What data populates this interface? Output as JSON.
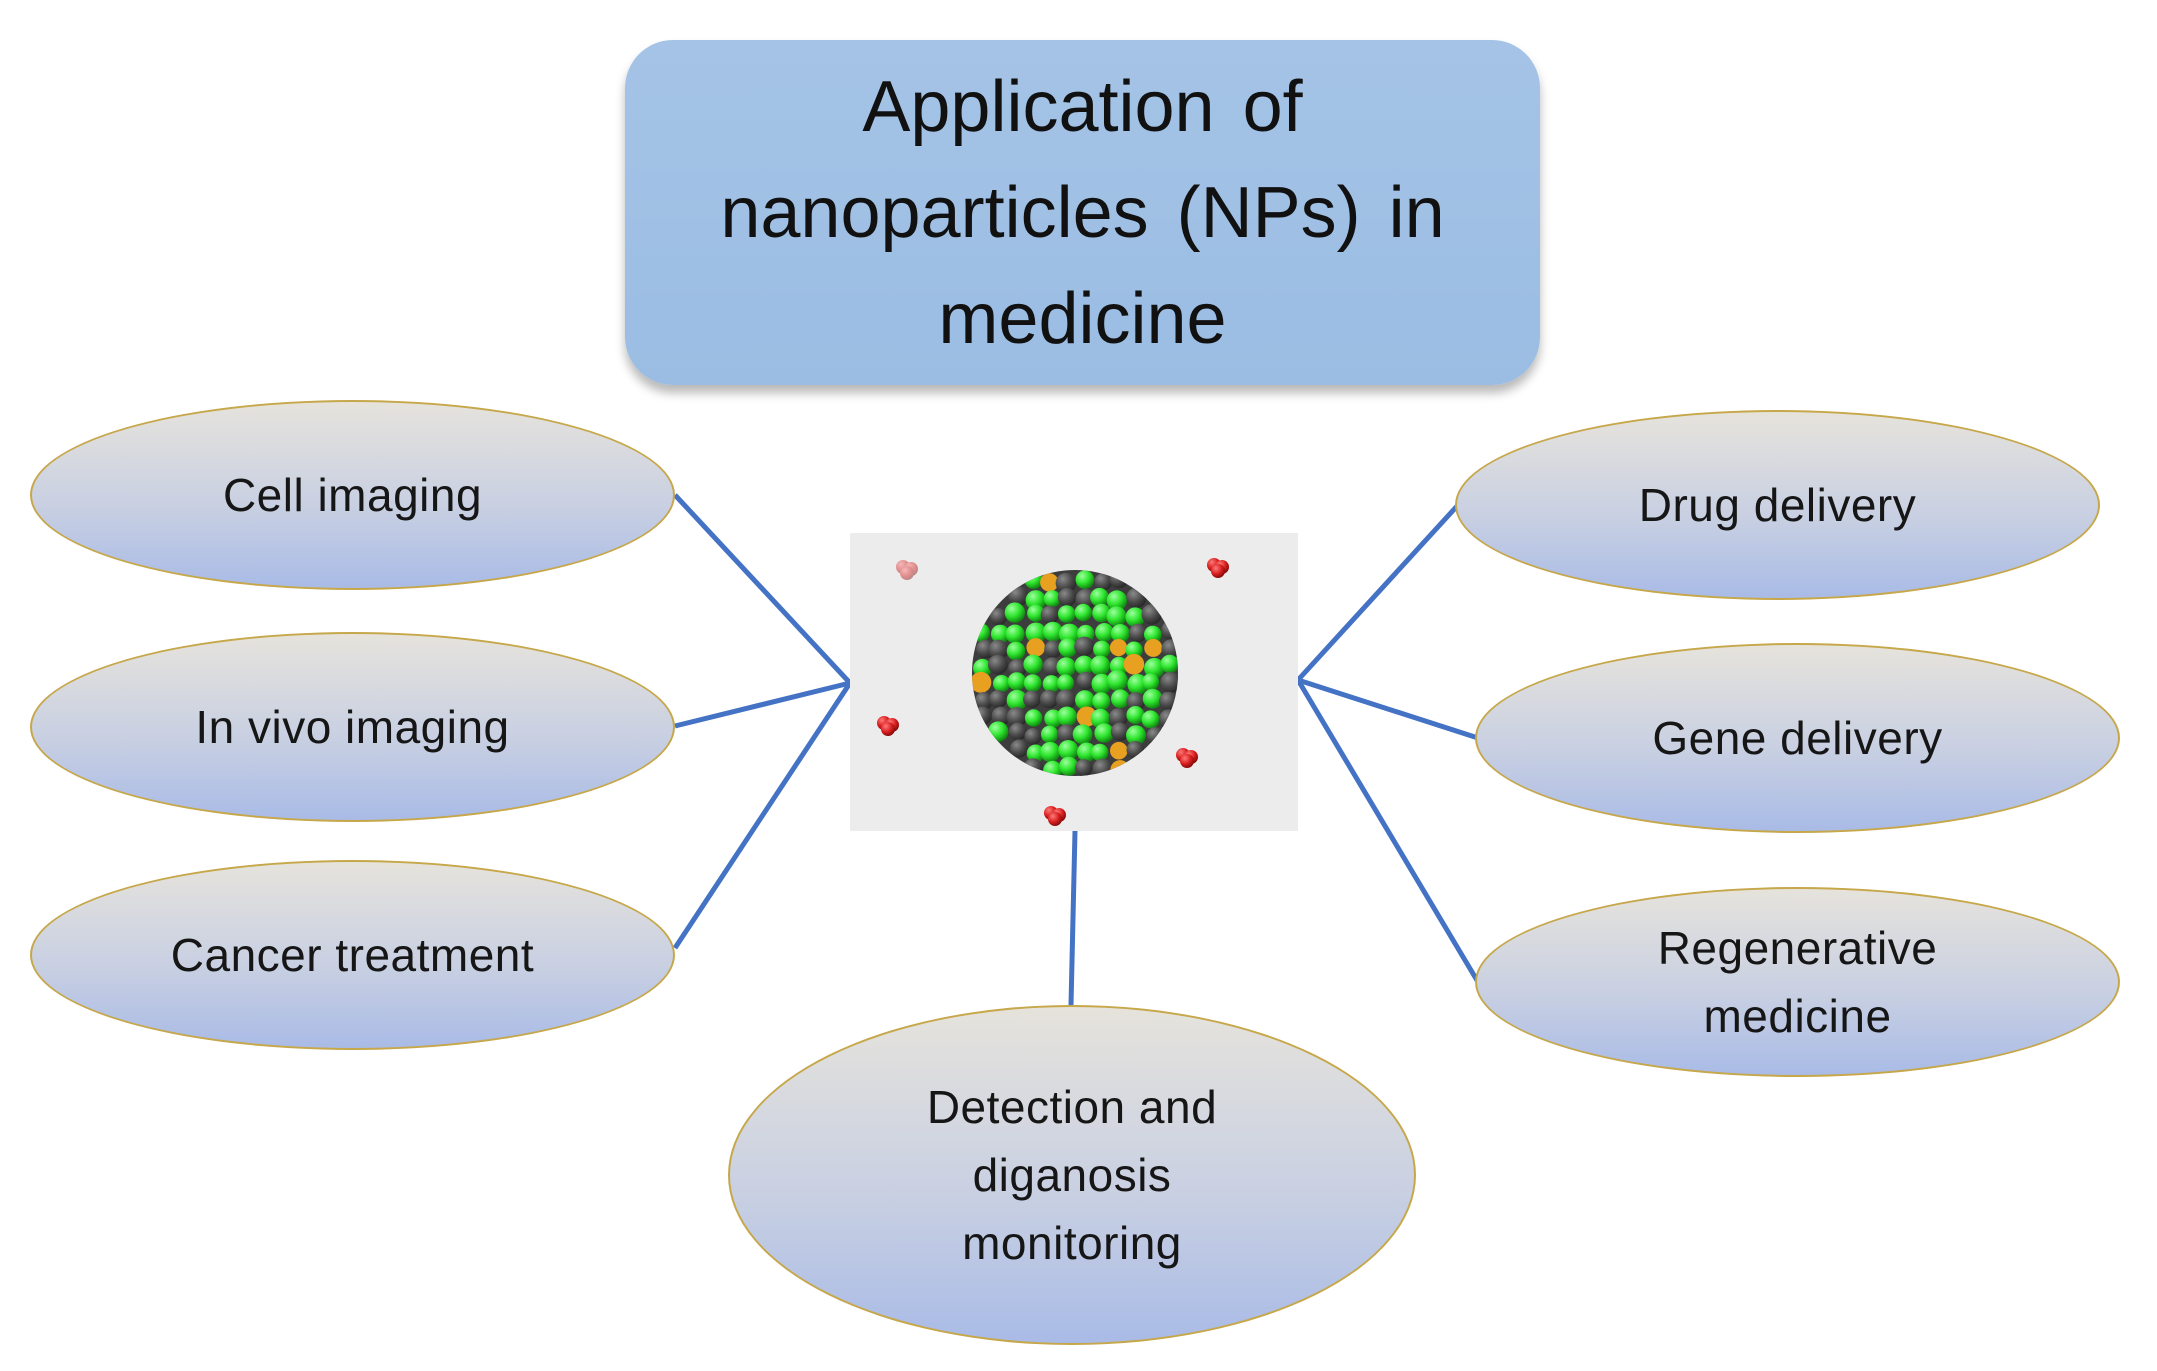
{
  "diagram": {
    "title": "Application of nanoparticles (NPs) in medicine",
    "left_nodes": [
      {
        "label": "Cell imaging"
      },
      {
        "label": "In vivo imaging"
      },
      {
        "label": "Cancer treatment"
      }
    ],
    "right_nodes": [
      {
        "label": "Drug delivery"
      },
      {
        "label": "Gene delivery"
      },
      {
        "label": "Regenerative medicine"
      }
    ],
    "bottom_node": {
      "label": "Detection and diganosis monitoring"
    },
    "center_image": {
      "icon": "nanoparticle-illustration"
    },
    "colors": {
      "title_box": "#9fc0e4",
      "node_border": "#c6a74a",
      "node_fill_top": "#e6e3dc",
      "node_fill_bottom": "#a9bbe6",
      "connector": "#4472c4",
      "particle_green": "#2ee62e",
      "particle_dark": "#4a4a4a",
      "particle_orange": "#e8a020",
      "molecule_red": "#d81e1e"
    }
  }
}
